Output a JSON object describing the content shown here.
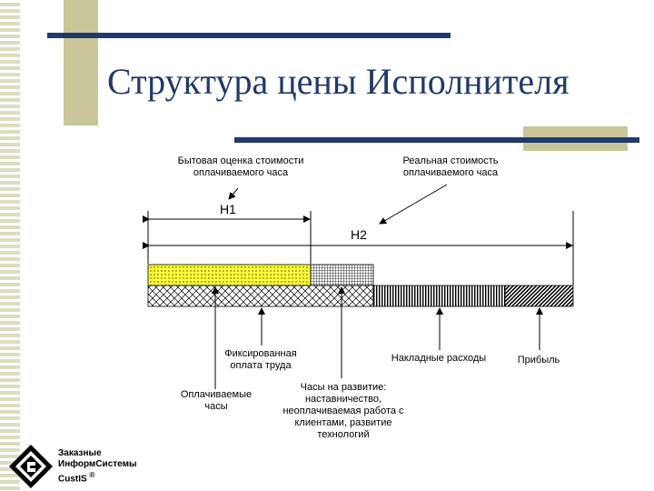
{
  "title": "Структура цены Исполнителя",
  "labels": {
    "household_estimate": "Бытовая оценка стоимости\nоплачиваемого часа",
    "real_cost": "Реальная стоимость\nоплачиваемого часа",
    "h1": "H1",
    "h2": "H2",
    "fixed_pay": "Фиксированная\nоплата труда",
    "overhead": "Накладные расходы",
    "profit": "Прибыль",
    "paid_hours": "Оплачиваемые\nчасы",
    "development_hours": "Часы на развитие:\nнаставничество,\nнеоплачиваемая работа с\nклиентами, развитие\nтехнологий"
  },
  "logo": {
    "line1": "Заказные",
    "line2": "ИнформСистемы",
    "line3": "CustIS",
    "mark": "®"
  },
  "colors": {
    "title": "#1f3a6b",
    "rule": "#1f3a6b",
    "accent": "#c9c69a",
    "yellow": "#ffff33"
  }
}
